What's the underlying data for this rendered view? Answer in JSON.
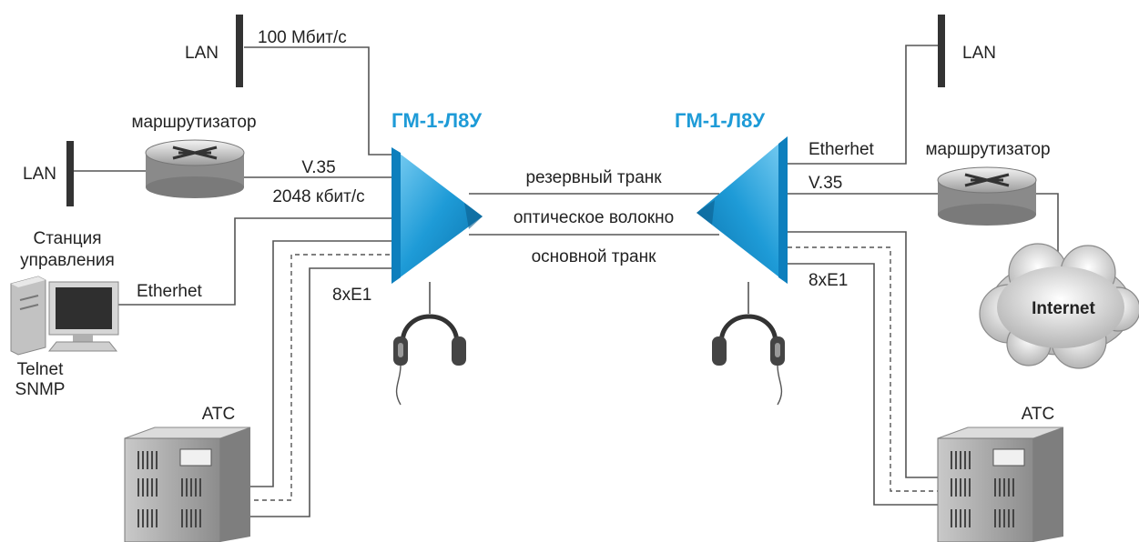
{
  "colors": {
    "device": "#1e9bd7",
    "line": "#555555"
  },
  "labels": {
    "lan_top_left": "LAN",
    "lan_mid_left": "LAN",
    "lan_top_right": "LAN",
    "speed_100": "100 Мбит/с",
    "router_left": "маршрутизатор",
    "router_right": "маршрутизатор",
    "mux_left": "ГМ-1-Л8У",
    "mux_right": "ГМ-1-Л8У",
    "v35_left": "V.35",
    "rate_2048": "2048 кбит/с",
    "v35_right": "V.35",
    "ethernet_left": "Etherhet",
    "ethernet_right": "Etherhet",
    "trunk_reserve": "резервный транк",
    "optical_fiber": "оптическое волокно",
    "trunk_main": "основной транк",
    "e1_left": "8xE1",
    "e1_right": "8xE1",
    "station_line1": "Станция",
    "station_line2": "управления",
    "telnet": "Telnet",
    "snmp": "SNMP",
    "pbx_left": "АТС",
    "pbx_right": "АТС",
    "internet": "Internet"
  },
  "icons": {
    "router": "router-icon",
    "headset": "headset-icon",
    "pbx": "pbx-cabinet-icon",
    "workstation": "computer-icon",
    "cloud": "cloud-icon"
  }
}
